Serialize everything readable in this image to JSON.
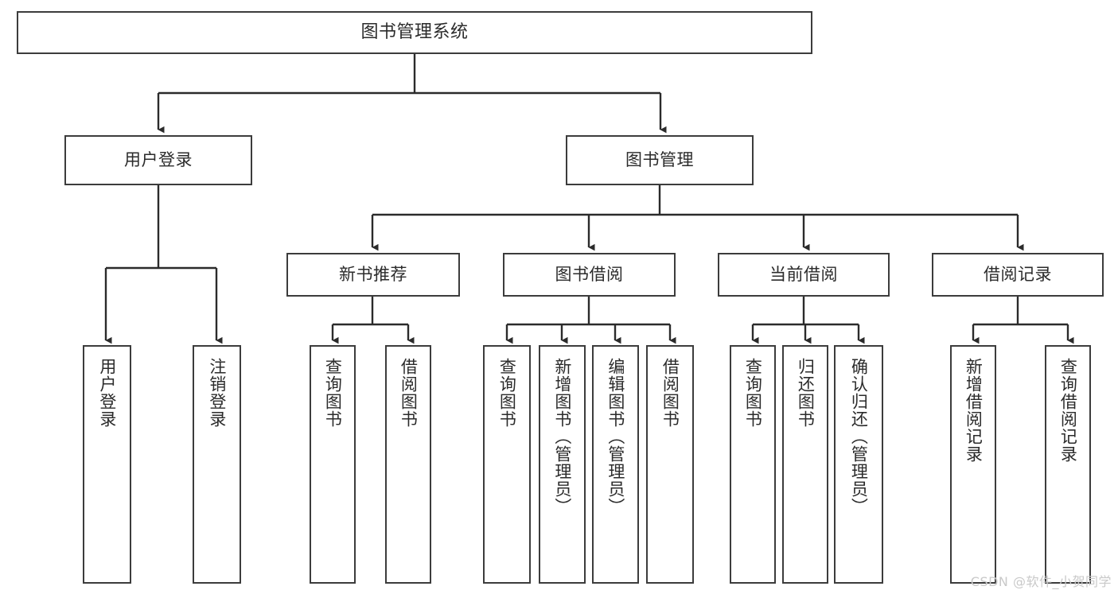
{
  "diagram": {
    "type": "tree-hierarchy-chart",
    "title": "图书管理系统",
    "watermark": "CSDN @软件_小贺同学",
    "colors": {
      "box_border": "#3c3c3c",
      "box_fill": "#ffffff",
      "connector": "#2b2b2b",
      "text": "#2b2b2b",
      "watermark": "#c9c9c9"
    },
    "levels": {
      "level1": [
        "图书管理系统"
      ],
      "level2": [
        "用户登录",
        "图书管理"
      ],
      "level3": [
        "新书推荐",
        "图书借阅",
        "当前借阅",
        "借阅记录"
      ],
      "level4": [
        "用户登录",
        "注销登录",
        "查询图书",
        "借阅图书",
        "查询图书",
        "新增图书（管理员）",
        "编辑图书（管理员）",
        "借阅图书",
        "查询图书",
        "归还图书",
        "确认归还（管理员）",
        "新增借阅记录",
        "查询借阅记录"
      ]
    },
    "nodes": {
      "root": {
        "label": "图书管理系统"
      },
      "user_login": {
        "label": "用户登录"
      },
      "book_manage": {
        "label": "图书管理"
      },
      "new_book_rec": {
        "label": "新书推荐"
      },
      "book_borrow": {
        "label": "图书借阅"
      },
      "current_borrow": {
        "label": "当前借阅"
      },
      "borrow_record": {
        "label": "借阅记录"
      },
      "leaf_user_login": {
        "label": "用户登录"
      },
      "leaf_user_logout": {
        "label": "注销登录"
      },
      "leaf_rec_query": {
        "label": "查询图书"
      },
      "leaf_rec_borrow": {
        "label": "借阅图书"
      },
      "leaf_borrow_query": {
        "label": "查询图书"
      },
      "leaf_borrow_add": {
        "label": "新增图书（管理员）"
      },
      "leaf_borrow_edit": {
        "label": "编辑图书（管理员）"
      },
      "leaf_borrow_lend": {
        "label": "借阅图书"
      },
      "leaf_cur_query": {
        "label": "查询图书"
      },
      "leaf_cur_return": {
        "label": "归还图书"
      },
      "leaf_cur_confirm": {
        "label": "确认归还（管理员）"
      },
      "leaf_rec_add": {
        "label": "新增借阅记录"
      },
      "leaf_rec_search": {
        "label": "查询借阅记录"
      }
    }
  }
}
